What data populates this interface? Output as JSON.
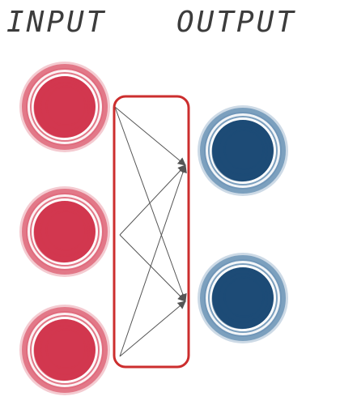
{
  "labels": {
    "input": "INPUT",
    "output": "OUTPUT"
  },
  "layers": {
    "input": {
      "count": 3,
      "color": "#d2374f",
      "ring_color": "#e06a7c"
    },
    "output": {
      "count": 2,
      "color": "#1d4b76",
      "ring_color": "#6f96b8"
    }
  },
  "connections": {
    "color": "#555555",
    "box_color": "#cc2e2e",
    "fully_connected": true
  }
}
